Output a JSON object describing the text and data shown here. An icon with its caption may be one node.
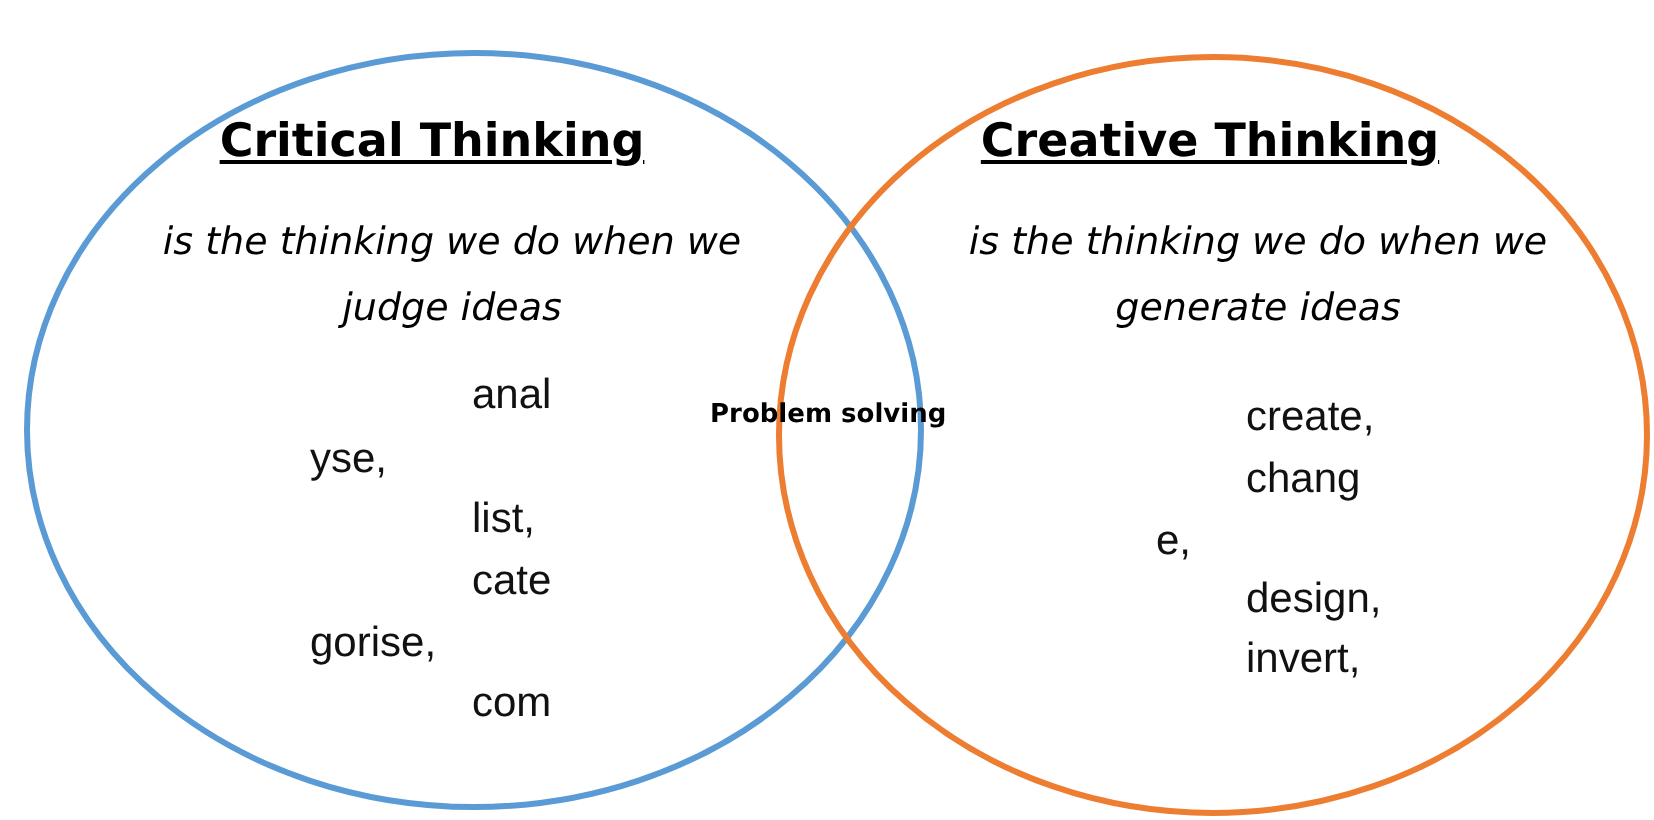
{
  "diagram": {
    "nodes": [
      {
        "text": [
          "Critical Thinking",
          "is the thinking we do when we judge ideas"
        ]
      },
      {
        "text": [
          "Creative Thinking",
          "is the thinking we do when we generate ideas"
        ]
      }
    ],
    "labels": [
      "anal",
      "yse,",
      "list,",
      "cate",
      "gorise,",
      "com",
      "Problem solving",
      "create,",
      "chang",
      "e,",
      "design,",
      "invert,"
    ]
  }
}
